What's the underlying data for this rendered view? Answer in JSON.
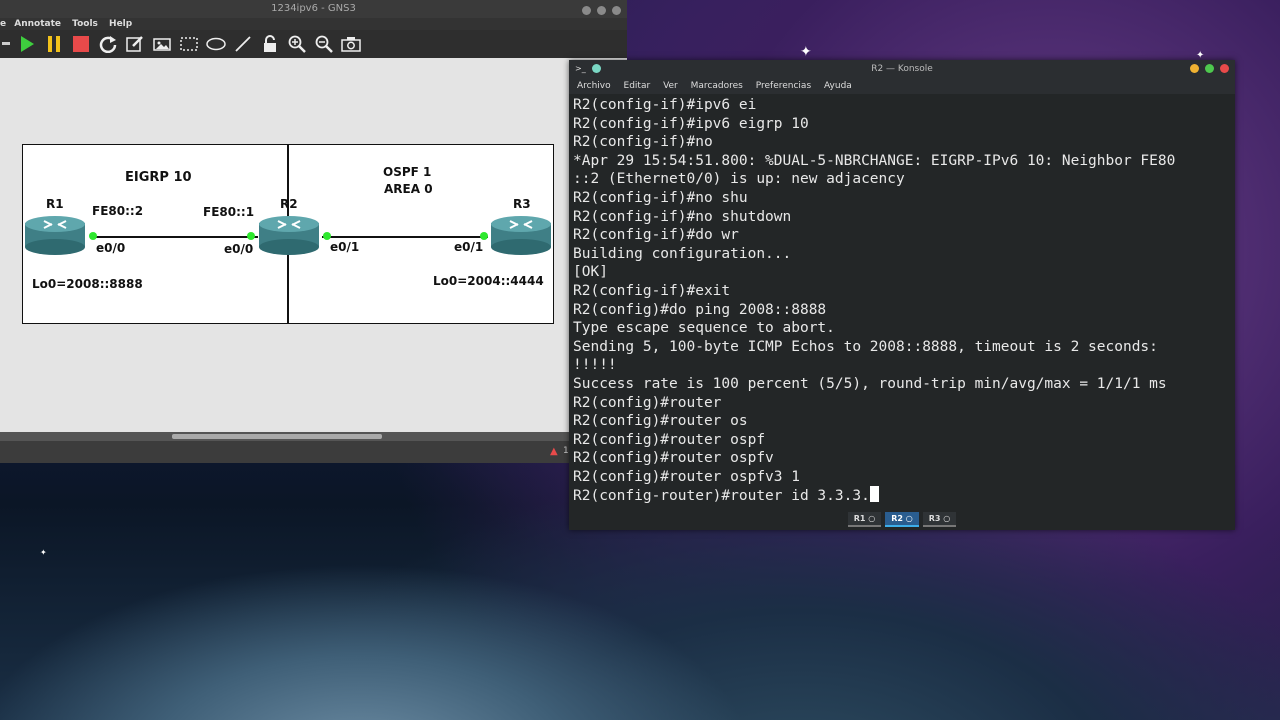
{
  "gns3": {
    "title": "1234ipv6 - GNS3",
    "menu": [
      "Annotate",
      "Tools",
      "Help"
    ],
    "status_text": "1",
    "topology": {
      "areas": [
        {
          "title": "EIGRP 10"
        },
        {
          "title": "OSPF 1",
          "subtitle": "AREA 0"
        }
      ],
      "routers": [
        {
          "name": "R1"
        },
        {
          "name": "R2"
        },
        {
          "name": "R3"
        }
      ],
      "labels": {
        "fe80_2": "FE80::2",
        "fe80_1": "FE80::1",
        "r1_e0_0": "e0/0",
        "r2_e0_0": "e0/0",
        "r2_e0_1": "e0/1",
        "r3_e0_1": "e0/1",
        "r1_lo0": "Lo0=2008::8888",
        "r3_lo0": "Lo0=2004::4444"
      }
    }
  },
  "konsole": {
    "title": "R2 — Konsole",
    "menu": [
      "Archivo",
      "Editar",
      "Ver",
      "Marcadores",
      "Preferencias",
      "Ayuda"
    ],
    "lines": [
      "R2(config-if)#ipv6 ei",
      "R2(config-if)#ipv6 eigrp 10",
      "R2(config-if)#no",
      "*Apr 29 15:54:51.800: %DUAL-5-NBRCHANGE: EIGRP-IPv6 10: Neighbor FE80",
      "::2 (Ethernet0/0) is up: new adjacency",
      "R2(config-if)#no shu",
      "R2(config-if)#no shutdown",
      "R2(config-if)#do wr",
      "Building configuration...",
      "[OK]",
      "R2(config-if)#exit",
      "R2(config)#do ping 2008::8888",
      "Type escape sequence to abort.",
      "Sending 5, 100-byte ICMP Echos to 2008::8888, timeout is 2 seconds:",
      "!!!!!",
      "Success rate is 100 percent (5/5), round-trip min/avg/max = 1/1/1 ms",
      "R2(config)#router",
      "R2(config)#router os",
      "R2(config)#router ospf",
      "R2(config)#router ospfv",
      "R2(config)#router ospfv3 1",
      "R2(config-router)#router id 3.3.3."
    ],
    "tabs": [
      {
        "label": "R1 ○",
        "active": false
      },
      {
        "label": "R2 ○",
        "active": true
      },
      {
        "label": "R3 ○",
        "active": false
      }
    ]
  },
  "colors": {
    "link_up": "#2ee82e",
    "active_tab": "#2a5d8f",
    "terminal_bg": "#232627"
  }
}
